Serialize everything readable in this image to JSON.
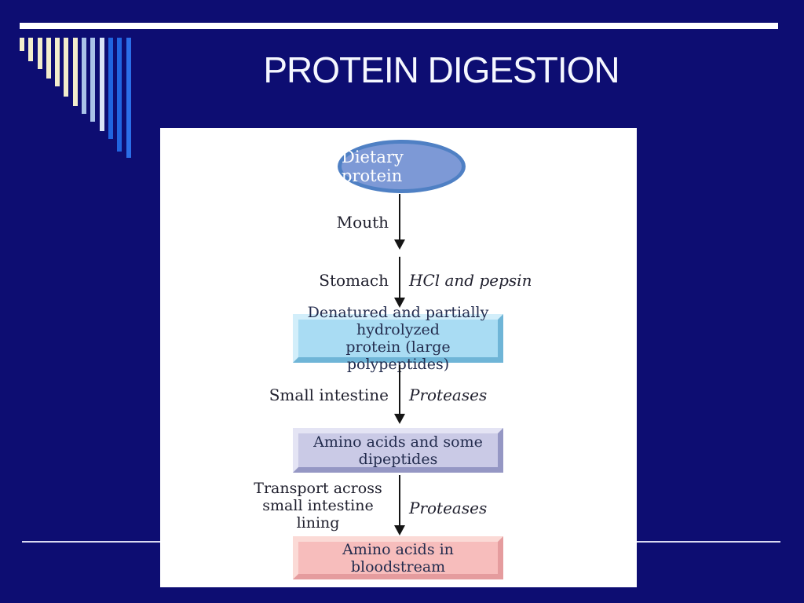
{
  "slide": {
    "title": "PROTEIN DIGESTION",
    "colors": {
      "background": "#0d0d72",
      "top_accent_bar": "#ffffff",
      "bottom_divider": "#d9d9f2",
      "title_text": "#f5f7ff",
      "panel_background": "#ffffff"
    }
  },
  "decoration": {
    "stripes": [
      {
        "color": "#f2edcc",
        "height": 17
      },
      {
        "color": "#f2edcc",
        "height": 30
      },
      {
        "color": "#f2edcc",
        "height": 40
      },
      {
        "color": "#f2edcc",
        "height": 52
      },
      {
        "color": "#f2edcc",
        "height": 62
      },
      {
        "color": "#f2edcc",
        "height": 75
      },
      {
        "color": "#f2edcc",
        "height": 87
      },
      {
        "color": "#a9c2e8",
        "height": 97
      },
      {
        "color": "#a9c2e8",
        "height": 107
      },
      {
        "color": "#d9e4f7",
        "height": 119
      },
      {
        "color": "#2064e0",
        "height": 129
      },
      {
        "color": "#2064e0",
        "height": 145
      },
      {
        "color": "#2b6ee8",
        "height": 153
      }
    ]
  },
  "flow": {
    "start": {
      "label": "Dietary protein",
      "fill": "#7d99d6",
      "border_color": "#4f80c4"
    },
    "stage1": {
      "site": "Mouth"
    },
    "stage2": {
      "site": "Stomach",
      "enzyme": "HCl and pepsin"
    },
    "box1": {
      "lines": [
        "Denatured and partially hydrolyzed",
        "protein (large polypeptides)"
      ],
      "fill": "#a9dcf3"
    },
    "stage3": {
      "site": "Small intestine",
      "enzyme": "Proteases"
    },
    "box2": {
      "label": "Amino acids and some dipeptides",
      "fill": "#cacae6"
    },
    "stage4": {
      "site_lines": [
        "Transport across",
        "small intestine",
        "lining"
      ],
      "enzyme": "Proteases"
    },
    "box3": {
      "label": "Amino acids in bloodstream",
      "fill": "#f7bdbc"
    }
  }
}
